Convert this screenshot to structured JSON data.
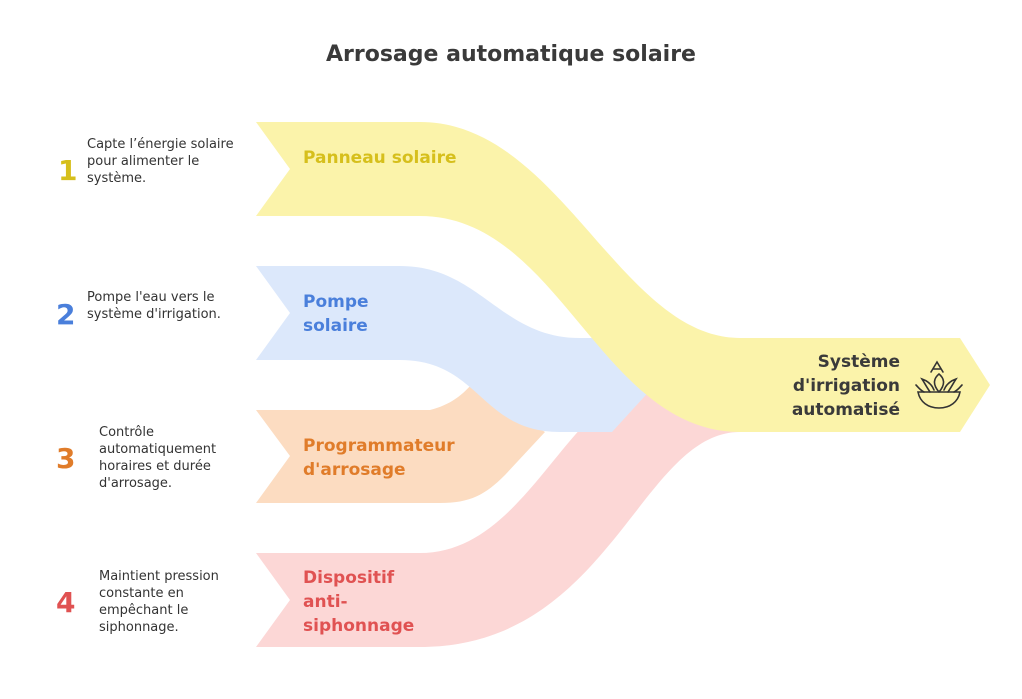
{
  "title": "Arrosage automatique solaire",
  "colors": {
    "yellow": "#d6bf1c",
    "blue": "#4a7fdb",
    "orange": "#e07c2a",
    "red": "#e05252"
  },
  "steps": [
    {
      "number": "1",
      "label": "Panneau solaire",
      "description": "Capte l’énergie solaire pour alimenter le système."
    },
    {
      "number": "2",
      "label": "Pompe solaire",
      "description": "Pompe l'eau vers le système d'irrigation."
    },
    {
      "number": "3",
      "label": "Programmateur d'arrosage",
      "description": "Contrôle automatiquement horaires et durée d'arrosage."
    },
    {
      "number": "4",
      "label": "Dispositif anti-siphonnage",
      "description": "Maintient pression constante en empêchant le siphonnage."
    }
  ],
  "output": {
    "label": "Système d'irrigation automatisé",
    "icon": "plant-bowl-icon"
  }
}
